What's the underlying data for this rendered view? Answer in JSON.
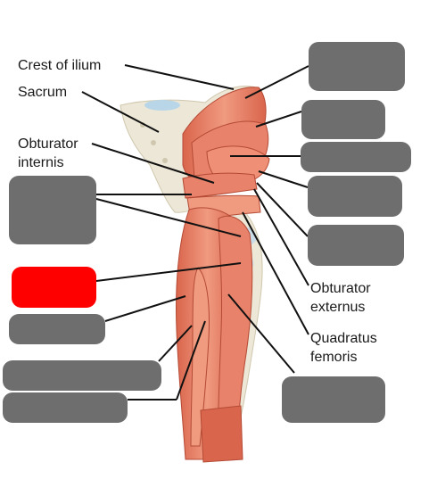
{
  "labels": {
    "crest_of_ilium": "Crest of ilium",
    "sacrum": "Sacrum",
    "obturator_internis_1": "Obturator",
    "obturator_internis_2": "internis",
    "obturator_externus_1": "Obturator",
    "obturator_externus_2": "externus",
    "quadratus_femoris_1": "Quadratus",
    "quadratus_femoris_2": "femoris"
  },
  "colors": {
    "hidden_label_box": "#6e6e6e",
    "active_label_box": "#ff0000",
    "muscle": "#e8826a",
    "muscle_dark": "#c8553f",
    "bone": "#ece7d6",
    "tendon": "#c9dbe6",
    "leader_line": "#111111"
  }
}
